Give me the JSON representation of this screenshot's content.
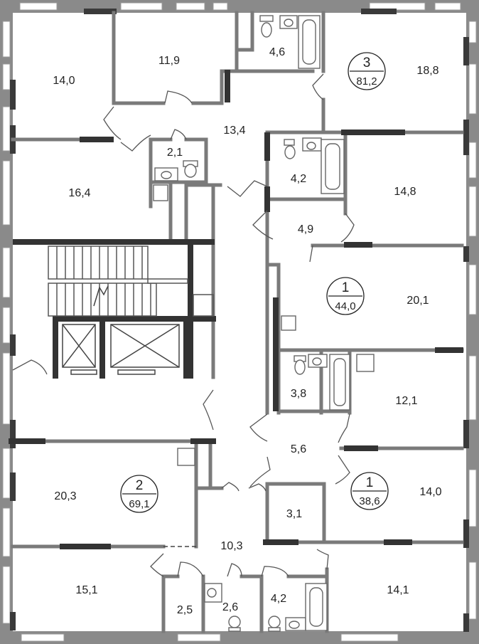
{
  "apartments": [
    {
      "number": "3",
      "total_area": "81,2"
    },
    {
      "number": "1",
      "total_area": "44,0"
    },
    {
      "number": "2",
      "total_area": "69,1"
    },
    {
      "number": "1",
      "total_area": "38,6"
    }
  ],
  "room_areas": [
    "14,0",
    "11,9",
    "4,6",
    "18,8",
    "13,4",
    "2,1",
    "16,4",
    "4,2",
    "14,8",
    "4,9",
    "20,1",
    "3,8",
    "12,1",
    "5,6",
    "20,3",
    "3,1",
    "14,0",
    "10,3",
    "15,1",
    "2,5",
    "2,6",
    "4,2",
    "14,1"
  ],
  "colors": {
    "outer_wall": "#8a8a8a",
    "window": "#3a3a3a",
    "wall": "#7a7a7a",
    "thick_wall": "#333333",
    "fixture": "#666666",
    "label": "#222222"
  }
}
